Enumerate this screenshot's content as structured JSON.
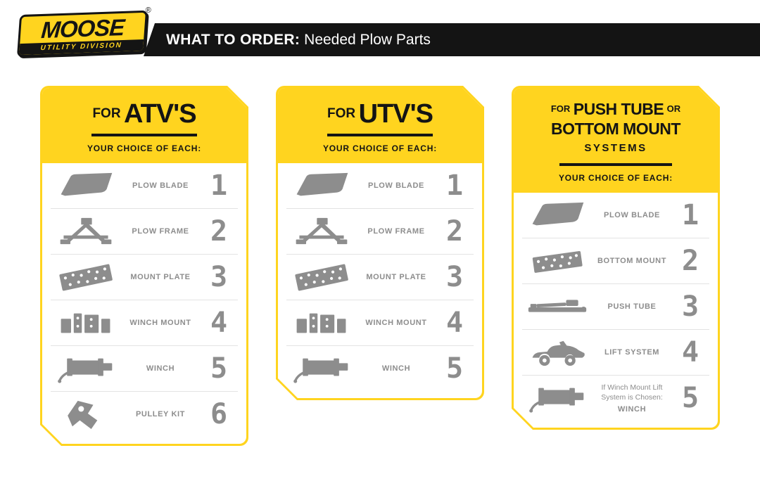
{
  "header": {
    "logo": {
      "name": "MOOSE",
      "tagline": "UTILITY DIVISION",
      "reg": "®"
    },
    "title_bold": "WHAT TO ORDER:",
    "title_rest": " Needed Plow Parts"
  },
  "colors": {
    "brand_yellow": "#FFD41F",
    "bar_black": "#141414",
    "part_gray": "#8D8D8D"
  },
  "cards": [
    {
      "title_prefix": "FOR",
      "title_main": "ATV'S",
      "subtitle": "YOUR CHOICE OF EACH:",
      "items": [
        {
          "icon": "plow-blade-icon",
          "label": "PLOW BLADE",
          "number": "1"
        },
        {
          "icon": "plow-frame-icon",
          "label": "PLOW FRAME",
          "number": "2"
        },
        {
          "icon": "mount-plate-icon",
          "label": "MOUNT PLATE",
          "number": "3"
        },
        {
          "icon": "winch-mount-icon",
          "label": "WINCH MOUNT",
          "number": "4"
        },
        {
          "icon": "winch-icon",
          "label": "WINCH",
          "number": "5"
        },
        {
          "icon": "pulley-kit-icon",
          "label": "PULLEY KIT",
          "number": "6"
        }
      ]
    },
    {
      "title_prefix": "FOR",
      "title_main": "UTV'S",
      "subtitle": "YOUR CHOICE OF EACH:",
      "items": [
        {
          "icon": "plow-blade-icon",
          "label": "PLOW BLADE",
          "number": "1"
        },
        {
          "icon": "plow-frame-icon",
          "label": "PLOW FRAME",
          "number": "2"
        },
        {
          "icon": "mount-plate-icon",
          "label": "MOUNT PLATE",
          "number": "3"
        },
        {
          "icon": "winch-mount-icon",
          "label": "WINCH MOUNT",
          "number": "4"
        },
        {
          "icon": "winch-icon",
          "label": "WINCH",
          "number": "5"
        }
      ]
    },
    {
      "title_prefix": "FOR",
      "title_main": "PUSH TUBE",
      "title_or": "OR",
      "title_line2": "BOTTOM MOUNT",
      "title_line3": "SYSTEMS",
      "subtitle": "YOUR CHOICE OF EACH:",
      "items": [
        {
          "icon": "plow-blade-icon",
          "label": "PLOW BLADE",
          "number": "1"
        },
        {
          "icon": "bottom-mount-icon",
          "label": "BOTTOM MOUNT",
          "number": "2"
        },
        {
          "icon": "push-tube-icon",
          "label": "PUSH TUBE",
          "number": "3"
        },
        {
          "icon": "lift-system-icon",
          "label": "LIFT SYSTEM",
          "number": "4"
        },
        {
          "icon": "winch-icon",
          "label_note": "If Winch Mount Lift System is Chosen:",
          "label": "WINCH",
          "number": "5"
        }
      ]
    }
  ]
}
